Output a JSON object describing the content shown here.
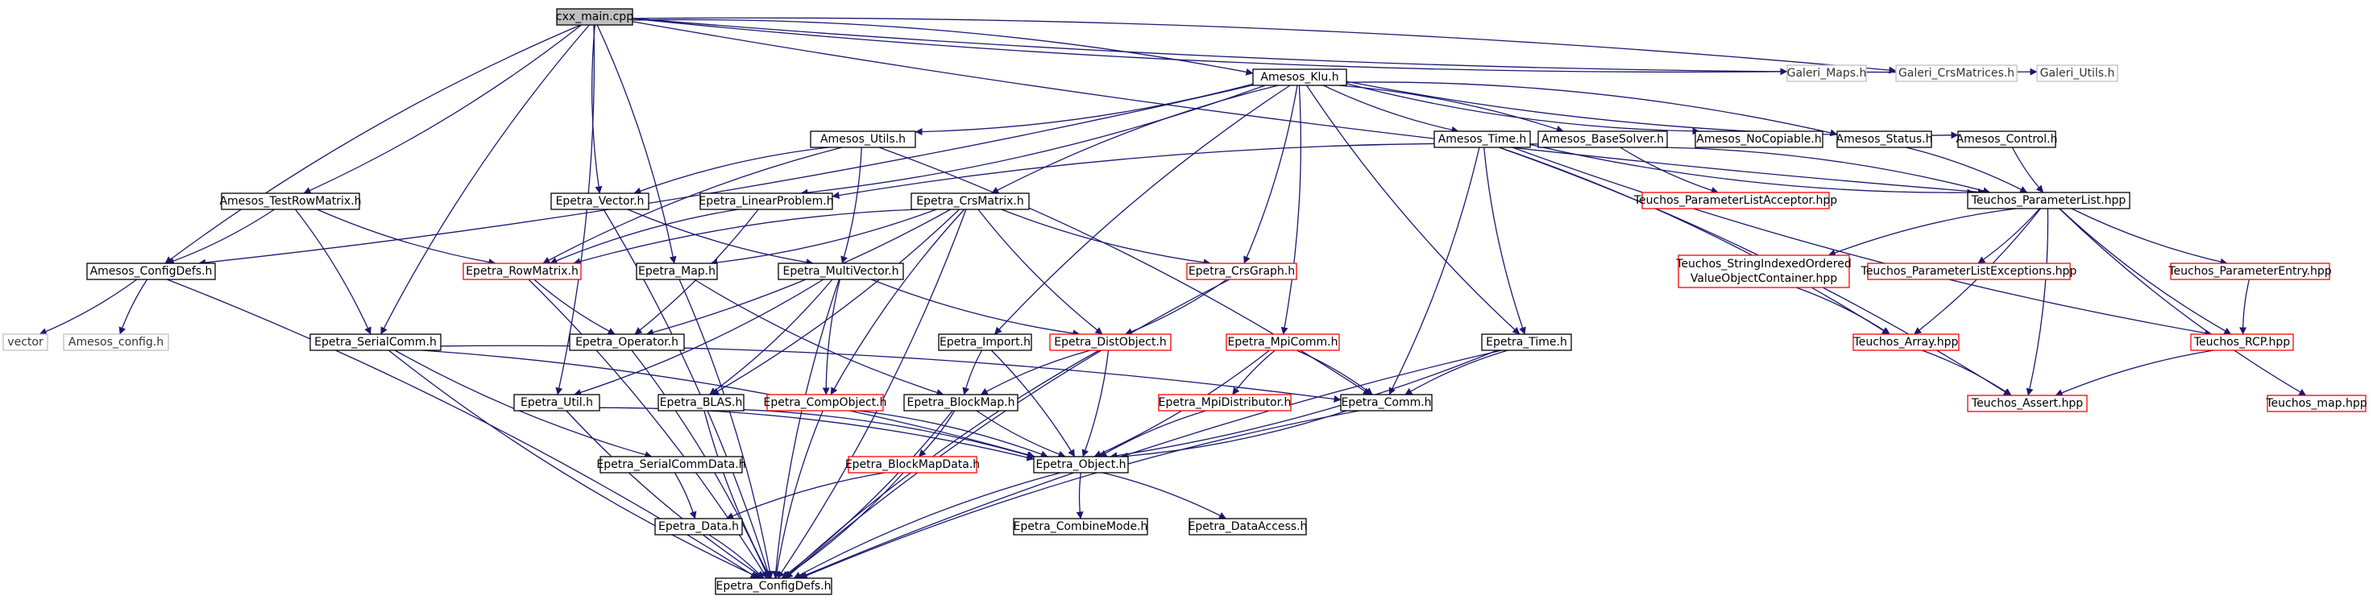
{
  "diagram": {
    "colors": {
      "edge": "#191970",
      "border_default": "#000000",
      "border_truncated": "#ff0000",
      "border_leaf": "#bfbfbf",
      "root_fill": "#bfbfbf",
      "node_fill": "#ffffff"
    },
    "nodes": [
      {
        "id": "root",
        "label": "cxx_main.cpp",
        "kind": "root"
      },
      {
        "id": "galeri_maps",
        "label": "Galeri_Maps.h",
        "kind": "leaf"
      },
      {
        "id": "galeri_crs",
        "label": "Galeri_CrsMatrices.h",
        "kind": "leaf"
      },
      {
        "id": "galeri_utils",
        "label": "Galeri_Utils.h",
        "kind": "leaf"
      },
      {
        "id": "amesos_klu",
        "label": "Amesos_Klu.h",
        "kind": "normal"
      },
      {
        "id": "amesos_utils",
        "label": "Amesos_Utils.h",
        "kind": "normal"
      },
      {
        "id": "amesos_time",
        "label": "Amesos_Time.h",
        "kind": "normal"
      },
      {
        "id": "amesos_basesolver",
        "label": "Amesos_BaseSolver.h",
        "kind": "normal"
      },
      {
        "id": "amesos_nocopiable",
        "label": "Amesos_NoCopiable.h",
        "kind": "normal"
      },
      {
        "id": "amesos_status",
        "label": "Amesos_Status.h",
        "kind": "normal"
      },
      {
        "id": "amesos_control",
        "label": "Amesos_Control.h",
        "kind": "normal"
      },
      {
        "id": "amesos_testrow",
        "label": "Amesos_TestRowMatrix.h",
        "kind": "normal"
      },
      {
        "id": "epetra_vector",
        "label": "Epetra_Vector.h",
        "kind": "normal"
      },
      {
        "id": "epetra_linprob",
        "label": "Epetra_LinearProblem.h",
        "kind": "normal"
      },
      {
        "id": "epetra_crsmatrix",
        "label": "Epetra_CrsMatrix.h",
        "kind": "normal"
      },
      {
        "id": "teuchos_placceptor",
        "label": "Teuchos_ParameterListAcceptor.hpp",
        "kind": "truncated"
      },
      {
        "id": "teuchos_paramlist",
        "label": "Teuchos_ParameterList.hpp",
        "kind": "normal"
      },
      {
        "id": "amesos_configdefs",
        "label": "Amesos_ConfigDefs.h",
        "kind": "normal"
      },
      {
        "id": "epetra_rowmatrix",
        "label": "Epetra_RowMatrix.h",
        "kind": "truncated"
      },
      {
        "id": "epetra_map",
        "label": "Epetra_Map.h",
        "kind": "normal"
      },
      {
        "id": "epetra_multivector",
        "label": "Epetra_MultiVector.h",
        "kind": "normal"
      },
      {
        "id": "epetra_crsgraph",
        "label": "Epetra_CrsGraph.h",
        "kind": "truncated"
      },
      {
        "id": "teuchos_sioc",
        "label": [
          "Teuchos_StringIndexedOrdered",
          "ValueObjectContainer.hpp"
        ],
        "kind": "truncated"
      },
      {
        "id": "teuchos_plexceptions",
        "label": "Teuchos_ParameterListExceptions.hpp",
        "kind": "truncated"
      },
      {
        "id": "teuchos_paramentry",
        "label": "Teuchos_ParameterEntry.hpp",
        "kind": "truncated"
      },
      {
        "id": "vector",
        "label": "vector",
        "kind": "leaf"
      },
      {
        "id": "amesos_config",
        "label": "Amesos_config.h",
        "kind": "leaf"
      },
      {
        "id": "epetra_serialcomm",
        "label": "Epetra_SerialComm.h",
        "kind": "normal"
      },
      {
        "id": "epetra_operator",
        "label": "Epetra_Operator.h",
        "kind": "normal"
      },
      {
        "id": "epetra_import",
        "label": "Epetra_Import.h",
        "kind": "normal"
      },
      {
        "id": "epetra_distobject",
        "label": "Epetra_DistObject.h",
        "kind": "truncated"
      },
      {
        "id": "epetra_mpicomm",
        "label": "Epetra_MpiComm.h",
        "kind": "truncated"
      },
      {
        "id": "epetra_time",
        "label": "Epetra_Time.h",
        "kind": "normal"
      },
      {
        "id": "teuchos_array",
        "label": "Teuchos_Array.hpp",
        "kind": "truncated"
      },
      {
        "id": "teuchos_rcp",
        "label": "Teuchos_RCP.hpp",
        "kind": "truncated"
      },
      {
        "id": "epetra_util",
        "label": "Epetra_Util.h",
        "kind": "normal"
      },
      {
        "id": "epetra_blas",
        "label": "Epetra_BLAS.h",
        "kind": "normal"
      },
      {
        "id": "epetra_compobject",
        "label": "Epetra_CompObject.h",
        "kind": "truncated"
      },
      {
        "id": "epetra_blockmap",
        "label": "Epetra_BlockMap.h",
        "kind": "normal"
      },
      {
        "id": "epetra_mpidistributor",
        "label": "Epetra_MpiDistributor.h",
        "kind": "truncated"
      },
      {
        "id": "epetra_comm",
        "label": "Epetra_Comm.h",
        "kind": "normal"
      },
      {
        "id": "teuchos_assert",
        "label": "Teuchos_Assert.hpp",
        "kind": "truncated"
      },
      {
        "id": "teuchos_map",
        "label": "Teuchos_map.hpp",
        "kind": "truncated"
      },
      {
        "id": "epetra_serialcommdata",
        "label": "Epetra_SerialCommData.h",
        "kind": "normal"
      },
      {
        "id": "epetra_blockmapdata",
        "label": "Epetra_BlockMapData.h",
        "kind": "truncated"
      },
      {
        "id": "epetra_object",
        "label": "Epetra_Object.h",
        "kind": "normal"
      },
      {
        "id": "epetra_data",
        "label": "Epetra_Data.h",
        "kind": "normal"
      },
      {
        "id": "epetra_combinemode",
        "label": "Epetra_CombineMode.h",
        "kind": "normal"
      },
      {
        "id": "epetra_dataaccess",
        "label": "Epetra_DataAccess.h",
        "kind": "normal"
      },
      {
        "id": "epetra_configdefs",
        "label": "Epetra_ConfigDefs.h",
        "kind": "normal"
      }
    ],
    "edges": [
      [
        "root",
        "galeri_maps"
      ],
      [
        "root",
        "galeri_crs"
      ],
      [
        "root",
        "galeri_utils"
      ],
      [
        "root",
        "amesos_klu"
      ],
      [
        "root",
        "amesos_configdefs"
      ],
      [
        "root",
        "amesos_testrow"
      ],
      [
        "root",
        "epetra_vector"
      ],
      [
        "root",
        "epetra_map"
      ],
      [
        "root",
        "epetra_serialcomm"
      ],
      [
        "root",
        "epetra_util"
      ],
      [
        "root",
        "teuchos_paramlist"
      ],
      [
        "amesos_klu",
        "amesos_utils"
      ],
      [
        "amesos_klu",
        "amesos_time"
      ],
      [
        "amesos_klu",
        "amesos_basesolver"
      ],
      [
        "amesos_klu",
        "amesos_nocopiable"
      ],
      [
        "amesos_klu",
        "amesos_status"
      ],
      [
        "amesos_klu",
        "amesos_control"
      ],
      [
        "amesos_klu",
        "epetra_linprob"
      ],
      [
        "amesos_klu",
        "epetra_crsmatrix"
      ],
      [
        "amesos_klu",
        "epetra_crsgraph"
      ],
      [
        "amesos_klu",
        "epetra_import"
      ],
      [
        "amesos_klu",
        "epetra_mpicomm"
      ],
      [
        "amesos_klu",
        "epetra_time"
      ],
      [
        "amesos_klu",
        "amesos_configdefs"
      ],
      [
        "amesos_utils",
        "epetra_vector"
      ],
      [
        "amesos_utils",
        "epetra_multivector"
      ],
      [
        "amesos_utils",
        "epetra_rowmatrix"
      ],
      [
        "amesos_utils",
        "epetra_comm"
      ],
      [
        "amesos_time",
        "epetra_time"
      ],
      [
        "amesos_time",
        "epetra_comm"
      ],
      [
        "amesos_time",
        "teuchos_paramlist"
      ],
      [
        "amesos_time",
        "teuchos_array"
      ],
      [
        "amesos_time",
        "teuchos_rcp"
      ],
      [
        "amesos_time",
        "teuchos_assert"
      ],
      [
        "amesos_basesolver",
        "teuchos_placceptor"
      ],
      [
        "amesos_basesolver",
        "teuchos_paramlist"
      ],
      [
        "amesos_basesolver",
        "epetra_linprob"
      ],
      [
        "amesos_status",
        "teuchos_paramlist"
      ],
      [
        "amesos_control",
        "teuchos_paramlist"
      ],
      [
        "amesos_testrow",
        "amesos_configdefs"
      ],
      [
        "amesos_testrow",
        "epetra_rowmatrix"
      ],
      [
        "amesos_testrow",
        "epetra_serialcomm"
      ],
      [
        "epetra_vector",
        "epetra_multivector"
      ],
      [
        "epetra_vector",
        "epetra_configdefs"
      ],
      [
        "epetra_linprob",
        "epetra_rowmatrix"
      ],
      [
        "epetra_linprob",
        "epetra_operator"
      ],
      [
        "epetra_crsmatrix",
        "epetra_rowmatrix"
      ],
      [
        "epetra_crsmatrix",
        "epetra_map"
      ],
      [
        "epetra_crsmatrix",
        "epetra_crsgraph"
      ],
      [
        "epetra_crsmatrix",
        "epetra_operator"
      ],
      [
        "epetra_crsmatrix",
        "epetra_distobject"
      ],
      [
        "epetra_crsmatrix",
        "epetra_blas"
      ],
      [
        "epetra_crsmatrix",
        "epetra_compobject"
      ],
      [
        "epetra_crsmatrix",
        "epetra_configdefs"
      ],
      [
        "teuchos_paramlist",
        "teuchos_sioc"
      ],
      [
        "teuchos_paramlist",
        "teuchos_plexceptions"
      ],
      [
        "teuchos_paramlist",
        "teuchos_paramentry"
      ],
      [
        "teuchos_paramlist",
        "teuchos_array"
      ],
      [
        "teuchos_paramlist",
        "teuchos_rcp"
      ],
      [
        "teuchos_paramlist",
        "teuchos_assert"
      ],
      [
        "teuchos_paramlist",
        "teuchos_map"
      ],
      [
        "amesos_configdefs",
        "vector"
      ],
      [
        "amesos_configdefs",
        "amesos_config"
      ],
      [
        "amesos_configdefs",
        "epetra_configdefs"
      ],
      [
        "epetra_rowmatrix",
        "epetra_operator"
      ],
      [
        "epetra_rowmatrix",
        "epetra_configdefs"
      ],
      [
        "epetra_map",
        "epetra_blockmap"
      ],
      [
        "epetra_map",
        "epetra_configdefs"
      ],
      [
        "epetra_multivector",
        "epetra_distobject"
      ],
      [
        "epetra_multivector",
        "epetra_blas"
      ],
      [
        "epetra_multivector",
        "epetra_compobject"
      ],
      [
        "epetra_multivector",
        "epetra_util"
      ],
      [
        "epetra_multivector",
        "epetra_configdefs"
      ],
      [
        "epetra_crsgraph",
        "epetra_distobject"
      ],
      [
        "epetra_crsgraph",
        "epetra_configdefs"
      ],
      [
        "teuchos_sioc",
        "teuchos_array"
      ],
      [
        "teuchos_paramentry",
        "teuchos_rcp"
      ],
      [
        "epetra_serialcomm",
        "epetra_comm"
      ],
      [
        "epetra_serialcomm",
        "epetra_serialcommdata"
      ],
      [
        "epetra_serialcomm",
        "epetra_object"
      ],
      [
        "epetra_serialcomm",
        "epetra_configdefs"
      ],
      [
        "epetra_operator",
        "epetra_configdefs"
      ],
      [
        "epetra_import",
        "epetra_blockmap"
      ],
      [
        "epetra_import",
        "epetra_object"
      ],
      [
        "epetra_distobject",
        "epetra_blockmap"
      ],
      [
        "epetra_distobject",
        "epetra_object"
      ],
      [
        "epetra_distobject",
        "epetra_configdefs"
      ],
      [
        "epetra_mpicomm",
        "epetra_comm"
      ],
      [
        "epetra_mpicomm",
        "epetra_mpidistributor"
      ],
      [
        "epetra_mpicomm",
        "epetra_object"
      ],
      [
        "epetra_time",
        "epetra_comm"
      ],
      [
        "epetra_time",
        "epetra_object"
      ],
      [
        "epetra_time",
        "epetra_configdefs"
      ],
      [
        "teuchos_array",
        "teuchos_assert"
      ],
      [
        "teuchos_rcp",
        "teuchos_assert"
      ],
      [
        "epetra_util",
        "epetra_object"
      ],
      [
        "epetra_util",
        "epetra_configdefs"
      ],
      [
        "epetra_blas",
        "epetra_object"
      ],
      [
        "epetra_blas",
        "epetra_configdefs"
      ],
      [
        "epetra_compobject",
        "epetra_object"
      ],
      [
        "epetra_compobject",
        "epetra_configdefs"
      ],
      [
        "epetra_blockmap",
        "epetra_blockmapdata"
      ],
      [
        "epetra_blockmap",
        "epetra_object"
      ],
      [
        "epetra_blockmap",
        "epetra_configdefs"
      ],
      [
        "epetra_mpidistributor",
        "epetra_object"
      ],
      [
        "epetra_comm",
        "epetra_object"
      ],
      [
        "epetra_comm",
        "epetra_configdefs"
      ],
      [
        "epetra_serialcommdata",
        "epetra_data"
      ],
      [
        "epetra_blockmapdata",
        "epetra_data"
      ],
      [
        "epetra_blockmapdata",
        "epetra_configdefs"
      ],
      [
        "epetra_object",
        "epetra_combinemode"
      ],
      [
        "epetra_object",
        "epetra_dataaccess"
      ],
      [
        "epetra_object",
        "epetra_configdefs"
      ],
      [
        "epetra_data",
        "epetra_configdefs"
      ]
    ]
  }
}
